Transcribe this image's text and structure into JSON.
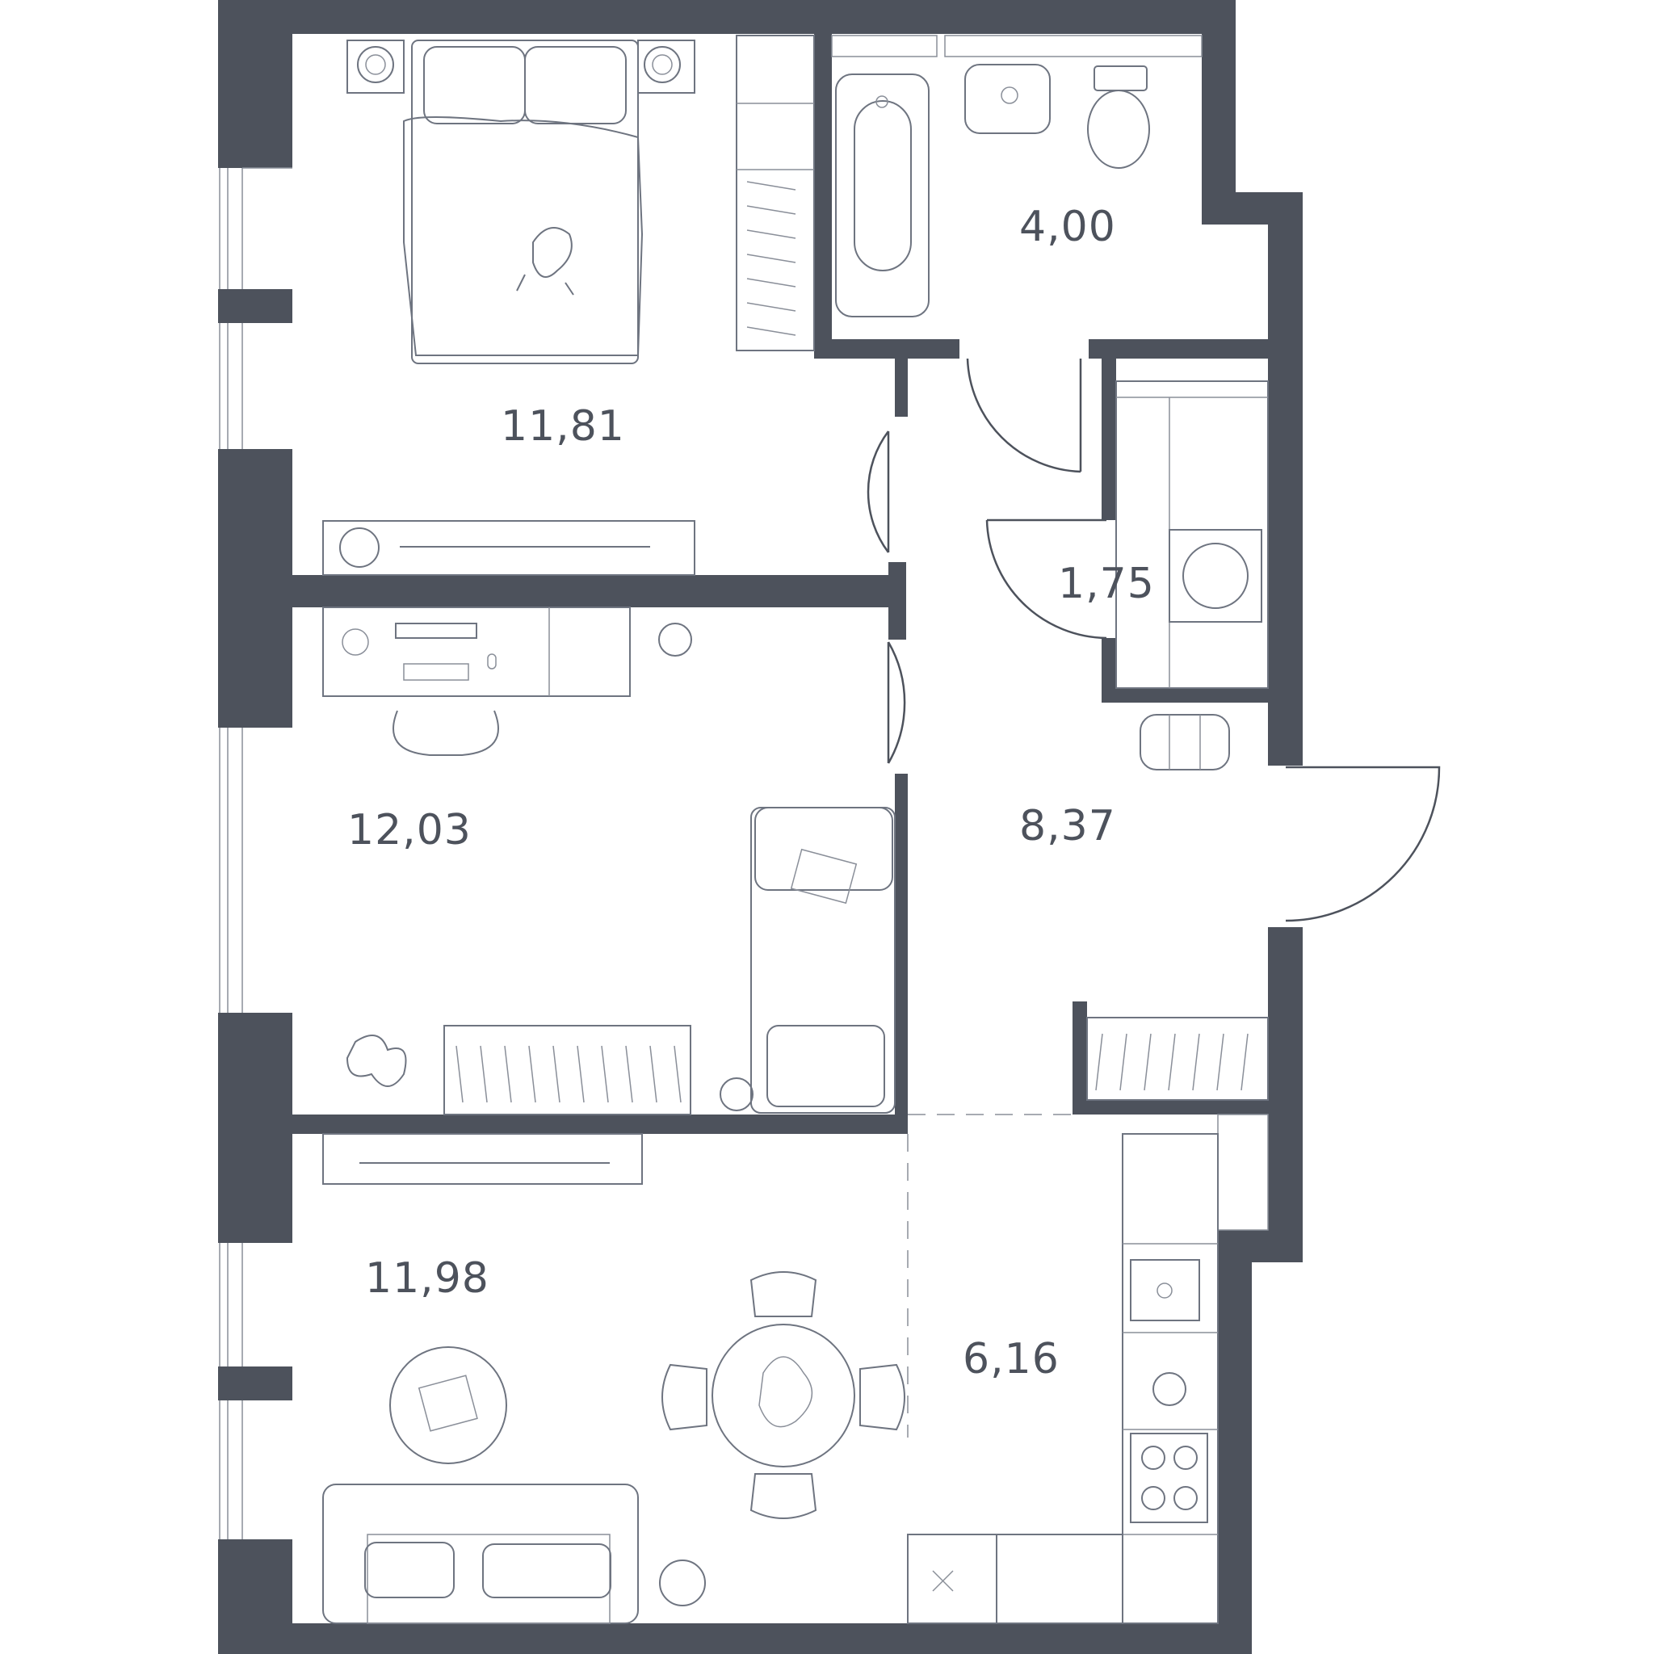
{
  "rooms": [
    {
      "id": "bedroom",
      "area": "11,81"
    },
    {
      "id": "bathroom",
      "area": "4,00"
    },
    {
      "id": "laundry",
      "area": "1,75"
    },
    {
      "id": "kids-room",
      "area": "12,03"
    },
    {
      "id": "hallway",
      "area": "8,37"
    },
    {
      "id": "living-room",
      "area": "11,98"
    },
    {
      "id": "kitchen",
      "area": "6,16"
    }
  ],
  "colors": {
    "wall": "#4d525c",
    "furniture": "#6e7480",
    "background": "#ffffff"
  }
}
